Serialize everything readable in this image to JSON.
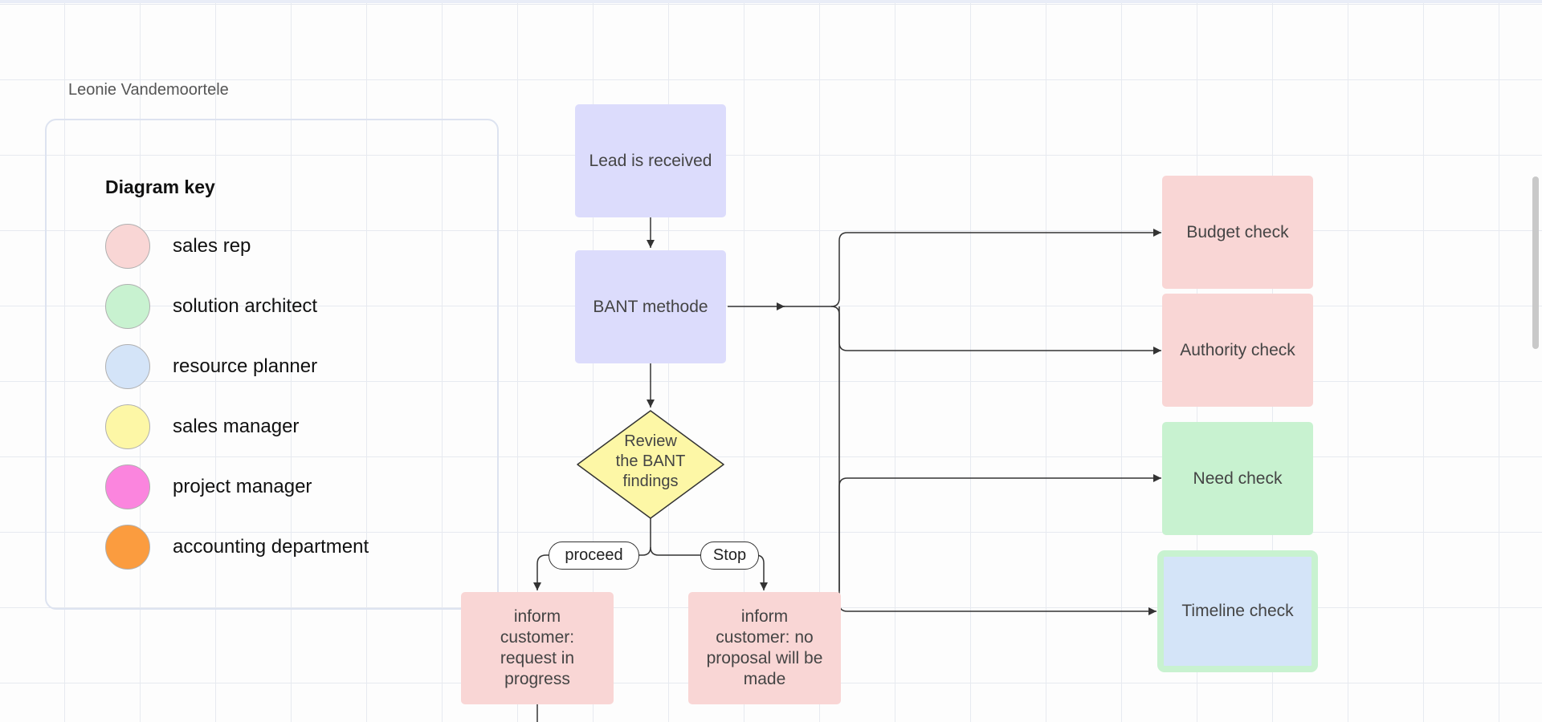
{
  "board": {
    "author": "Leonie Vandemoortele"
  },
  "key": {
    "title": "Diagram key",
    "items": [
      {
        "label": "sales rep",
        "color": "#f9d6d5"
      },
      {
        "label": "solution architect",
        "color": "#c8f2d0"
      },
      {
        "label": "resource planner",
        "color": "#d4e4f8"
      },
      {
        "label": "sales manager",
        "color": "#fdf7a6"
      },
      {
        "label": "project manager",
        "color": "#fb85de"
      },
      {
        "label": "accounting department",
        "color": "#fb9c3f"
      }
    ]
  },
  "nodes": {
    "lead": "Lead is received",
    "bant": "BANT methode",
    "review": "Review\nthe BANT\nfindings",
    "inform_progress": "inform\ncustomer:\nrequest in\nprogress",
    "inform_no": "inform\ncustomer: no\nproposal will be\nmade",
    "budget": "Budget check",
    "authority": "Authority check",
    "need": "Need check",
    "timeline": "Timeline check"
  },
  "edges": {
    "proceed": "proceed",
    "stop": "Stop"
  },
  "colors": {
    "process": "#dcdcfc",
    "sales_rep": "#f9d6d5",
    "solution_architect": "#c8f2d0",
    "resource_planner": "#d4e4f8",
    "sales_manager": "#fdf7a6"
  }
}
